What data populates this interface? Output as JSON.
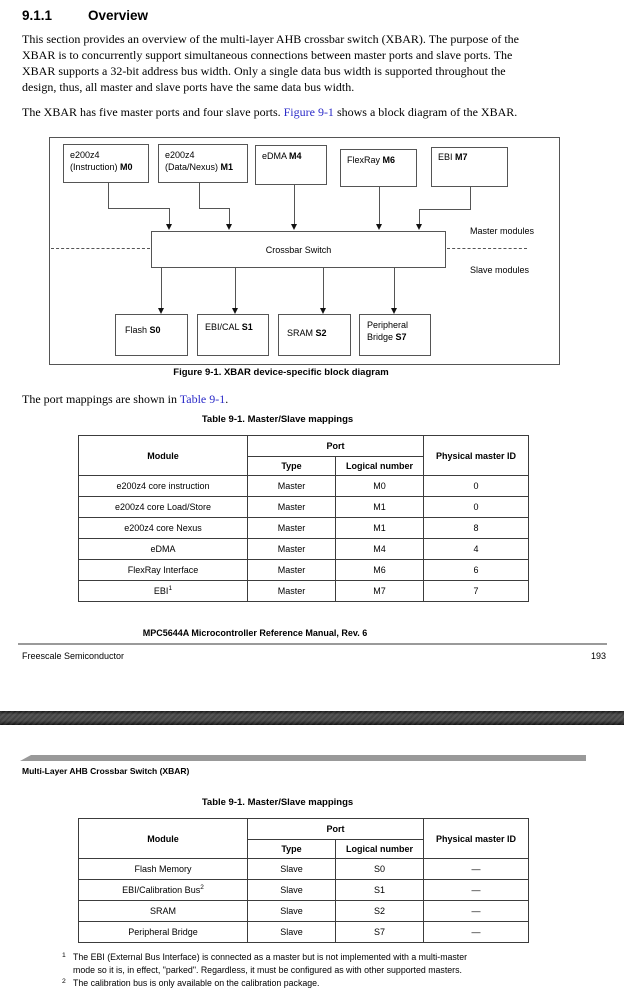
{
  "colors": {
    "link_blue": "#2b2bc8",
    "separator_dark": "#3a3a3a",
    "header_bar_gray": "#999999",
    "rule_gray": "#9a9a9a"
  },
  "page1": {
    "section_number": "9.1.1",
    "section_title": "Overview",
    "paragraph1_lines": [
      "This section provides an overview of the multi-layer AHB crossbar switch (XBAR). The purpose of the",
      "XBAR is to concurrently support simultaneous connections between master ports and slave ports. The",
      "XBAR supports a 32-bit address bus width. Only a single data bus width is supported throughout the",
      "design, thus, all master and slave ports have the same data bus width."
    ],
    "paragraph2": {
      "pre": "The XBAR has five master ports and four slave ports. ",
      "link": "Figure 9-1",
      "post": " shows a block diagram of the XBAR."
    },
    "figure": {
      "masters": [
        {
          "name": "e200z4",
          "sub": "(Instruction)",
          "code": "M0"
        },
        {
          "name": "e200z4",
          "sub": "(Data/Nexus)",
          "code": "M1"
        },
        {
          "name": "eDMA",
          "code": "M4"
        },
        {
          "name": "FlexRay",
          "code": "M6"
        },
        {
          "name": "EBI",
          "code": "M7"
        }
      ],
      "crossbar_label": "Crossbar Switch",
      "master_side_label": "Master modules",
      "slave_side_label": "Slave modules",
      "slaves": [
        {
          "name": "Flash",
          "code": "S0"
        },
        {
          "name": "EBI/CAL",
          "code": "S1"
        },
        {
          "name": "SRAM",
          "code": "S2"
        },
        {
          "name": "Peripheral",
          "name2": "Bridge",
          "code": "S7"
        }
      ],
      "caption": "Figure 9-1. XBAR device-specific block diagram"
    },
    "table_ref": {
      "pre": "The port mappings are shown in ",
      "link": "Table 9-1",
      "post": "."
    },
    "table": {
      "title": "Table 9-1. Master/Slave mappings",
      "col_module": "Module",
      "col_port": "Port",
      "col_type": "Type",
      "col_logical": "Logical number",
      "col_physical": "Physical master ID",
      "rows": [
        {
          "module": "e200z4 core instruction",
          "type": "Master",
          "logical": "M0",
          "physical": "0"
        },
        {
          "module": "e200z4 core Load/Store",
          "type": "Master",
          "logical": "M1",
          "physical": "0"
        },
        {
          "module": "e200z4 core Nexus",
          "type": "Master",
          "logical": "M1",
          "physical": "8"
        },
        {
          "module": "eDMA",
          "type": "Master",
          "logical": "M4",
          "physical": "4"
        },
        {
          "module": "FlexRay Interface",
          "type": "Master",
          "logical": "M6",
          "physical": "6"
        },
        {
          "module": "EBI",
          "sup": "1",
          "type": "Master",
          "logical": "M7",
          "physical": "7"
        }
      ]
    },
    "footer": {
      "manual_title": "MPC5644A Microcontroller Reference Manual, Rev. 6",
      "vendor": "Freescale Semiconductor",
      "page_number": "193"
    }
  },
  "page2": {
    "running_head": "Multi-Layer AHB Crossbar Switch (XBAR)",
    "table": {
      "title": "Table 9-1. Master/Slave mappings",
      "col_module": "Module",
      "col_port": "Port",
      "col_type": "Type",
      "col_logical": "Logical number",
      "col_physical": "Physical master ID",
      "rows": [
        {
          "module": "Flash Memory",
          "type": "Slave",
          "logical": "S0",
          "physical": "—"
        },
        {
          "module": "EBI/Calibration Bus",
          "sup": "2",
          "type": "Slave",
          "logical": "S1",
          "physical": "—"
        },
        {
          "module": "SRAM",
          "type": "Slave",
          "logical": "S2",
          "physical": "—"
        },
        {
          "module": "Peripheral Bridge",
          "type": "Slave",
          "logical": "S7",
          "physical": "—"
        }
      ]
    },
    "footnotes": [
      {
        "num": "1",
        "lines": [
          "The EBI (External Bus Interface) is connected as a master but is not implemented with a multi-master",
          "mode so it is, in effect, \"parked\". Regardless, it must be configured as with other supported masters."
        ]
      },
      {
        "num": "2",
        "lines": [
          "The calibration bus is only available on the calibration package."
        ]
      }
    ]
  }
}
